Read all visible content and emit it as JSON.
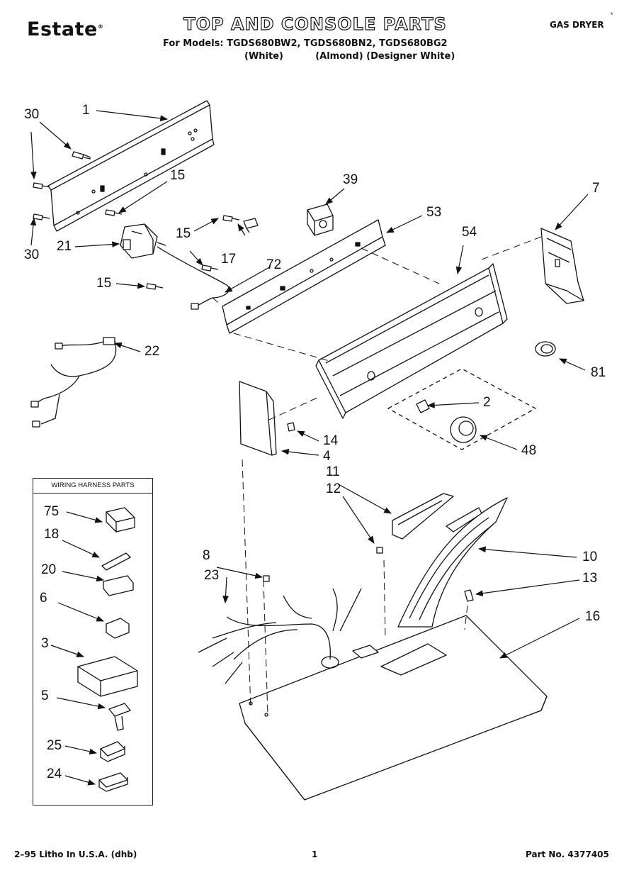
{
  "header": {
    "brand": "Estate",
    "title": "TOP AND CONSOLE PARTS",
    "models_line": "For Models: TGDS680BW2, TGDS680BN2, TGDS680BG2",
    "colors_line": "(White)          (Almond) (Designer White)",
    "product": "GAS DRYER",
    "corner_mark": "*"
  },
  "inset": {
    "title": "WIRING HARNESS PARTS"
  },
  "callouts": {
    "c1": "1",
    "c30a": "30",
    "c30b": "30",
    "c15a": "15",
    "c15b": "15",
    "c15c": "15",
    "c21": "21",
    "c17": "17",
    "c72": "72",
    "c39": "39",
    "c53": "53",
    "c7": "7",
    "c54": "54",
    "c22": "22",
    "c81": "81",
    "c2": "2",
    "c14": "14",
    "c4": "4",
    "c48": "48",
    "c11": "11",
    "c12": "12",
    "c8": "8",
    "c23": "23",
    "c10": "10",
    "c13": "13",
    "c16": "16",
    "c75": "75",
    "c18": "18",
    "c20": "20",
    "c6": "6",
    "c3": "3",
    "c5": "5",
    "c25": "25",
    "c24": "24"
  },
  "footer": {
    "litho": "2–95 Litho In U.S.A. (dhb)",
    "page": "1",
    "part_no": "Part No. 4377405"
  }
}
